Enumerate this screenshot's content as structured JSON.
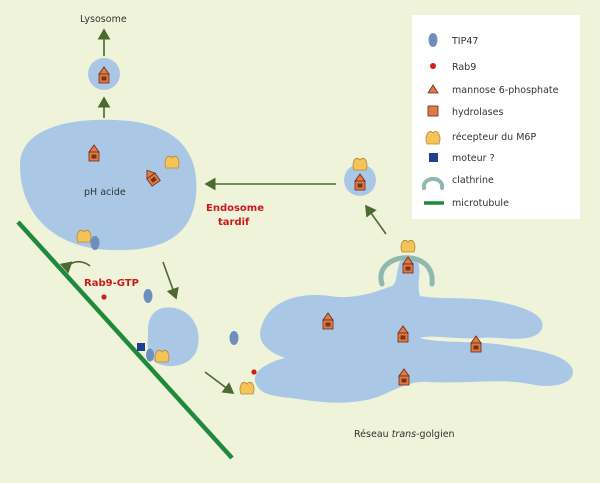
{
  "labels": {
    "lysosome": "Lysosome",
    "ph_acide": "pH acide",
    "endosome_line1": "Endosome",
    "endosome_line2": "tardif",
    "rab9gtp": "Rab9-GTP",
    "reseau_prefix": "Réseau ",
    "reseau_trans": "trans",
    "reseau_suffix": "-golgien"
  },
  "legend": [
    {
      "icon": "tip47-icon",
      "label": "TIP47"
    },
    {
      "icon": "rab9-icon",
      "label": "Rab9"
    },
    {
      "icon": "mannose-6-phosphate-icon",
      "label": "mannose 6-phosphate"
    },
    {
      "icon": "hydrolase-icon",
      "label": "hydrolases"
    },
    {
      "icon": "m6p-receptor-icon",
      "label": "récepteur du M6P"
    },
    {
      "icon": "motor-icon",
      "label": "moteur ?"
    },
    {
      "icon": "clathrin-icon",
      "label": "clathrine"
    },
    {
      "icon": "microtubule-icon",
      "label": "microtubule"
    }
  ],
  "colors": {
    "background": "#eef3da",
    "membrane": "#aac8e6",
    "tip47": "#6e8fbe",
    "rab9": "#cc1f1f",
    "hydrolase": "#e07a4a",
    "receptor": "#f4c45a",
    "motor": "#1f3f8f",
    "clathrin": "#8fb8b0",
    "microtubule": "#1f8a3c",
    "arrow": "#4a6a30",
    "label_red": "#cc1a1a"
  }
}
